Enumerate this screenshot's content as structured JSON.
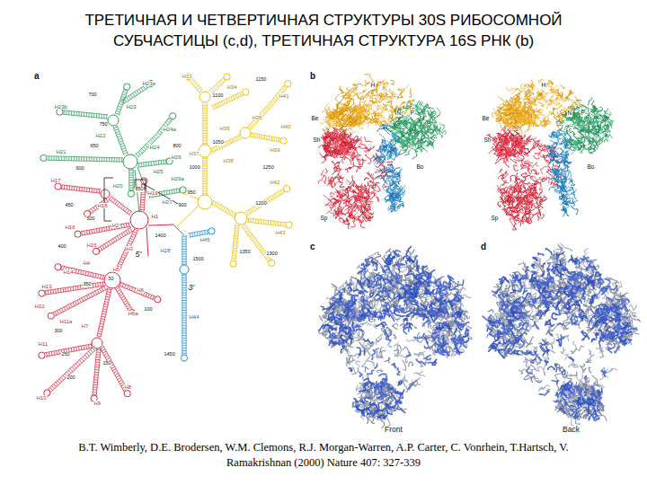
{
  "diagram": {
    "title": "ТРЕТИЧНАЯ И ЧЕТВЕРТИЧНАЯ СТРУКТУРЫ 30S РИБОСОМНОЙ СУБЧАСТИЦЫ (c,d), ТРЕТИЧНАЯ СТРУКТУРА 16S РНК (b)",
    "caption": "B.T. Wimberly, D.E. Brodersen, W.M. Clemons, R.J. Morgan-Warren, A.P. Carter, C. Vonrhein, T.Hartsch, V. Ramakrishnan (2000) Nature 407: 327-339",
    "labels": [
      "a",
      "b",
      "c",
      "d",
      "5'",
      "3'",
      "H23a",
      "H23",
      "H23b",
      "H22",
      "H21",
      "H20",
      "H24",
      "H24a",
      "H25",
      "H26",
      "H26a",
      "H27",
      "700",
      "750",
      "650",
      "600",
      "800",
      "850",
      "900",
      "H33",
      "H34",
      "H35",
      "H36",
      "H37",
      "H38",
      "H39",
      "H40",
      "H41",
      "H42",
      "H43",
      "1100",
      "1150",
      "1050",
      "1000",
      "950",
      "1250",
      "1200",
      "1300",
      "1350",
      "H28",
      "H45",
      "H44",
      "1400",
      "1450",
      "1500",
      "H17",
      "H18",
      "H19",
      "H16",
      "H15",
      "H1",
      "H2",
      "H3",
      "H4",
      "H5",
      "H6",
      "H6a",
      "H7",
      "H8",
      "H9",
      "H10",
      "H11",
      "H11a",
      "H12",
      "H13",
      "H14",
      "450",
      "500",
      "400",
      "350",
      "50",
      "100",
      "300",
      "250",
      "150",
      "200",
      "H",
      "Be",
      "Sh",
      "N",
      "P",
      "Bo",
      "Sp",
      "H",
      "Be",
      "Sh",
      "N",
      "P",
      "Bo",
      "Sp",
      "Front",
      "Back"
    ]
  }
}
